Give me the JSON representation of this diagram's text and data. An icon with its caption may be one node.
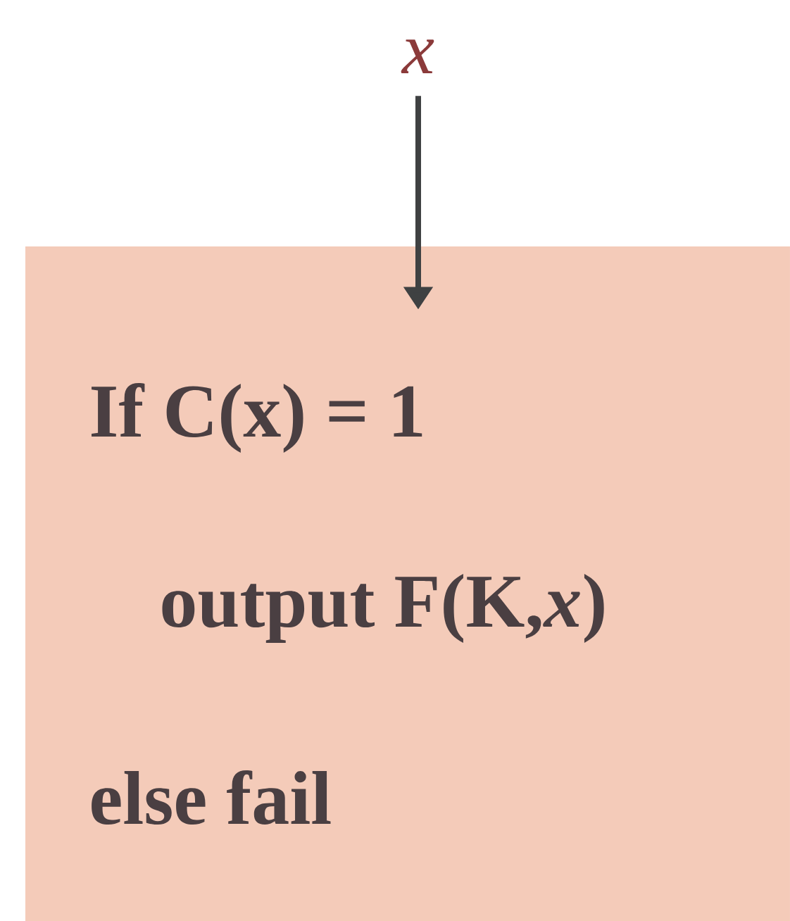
{
  "diagram": {
    "nodes": [
      {
        "text": [
          "x"
        ]
      },
      {
        "text": [
          "If C(x) = 1",
          "output F(K,*x*)",
          "else fail"
        ]
      }
    ],
    "edges": [
      {
        "from": 0,
        "to": 1,
        "arrow": "to"
      }
    ]
  }
}
